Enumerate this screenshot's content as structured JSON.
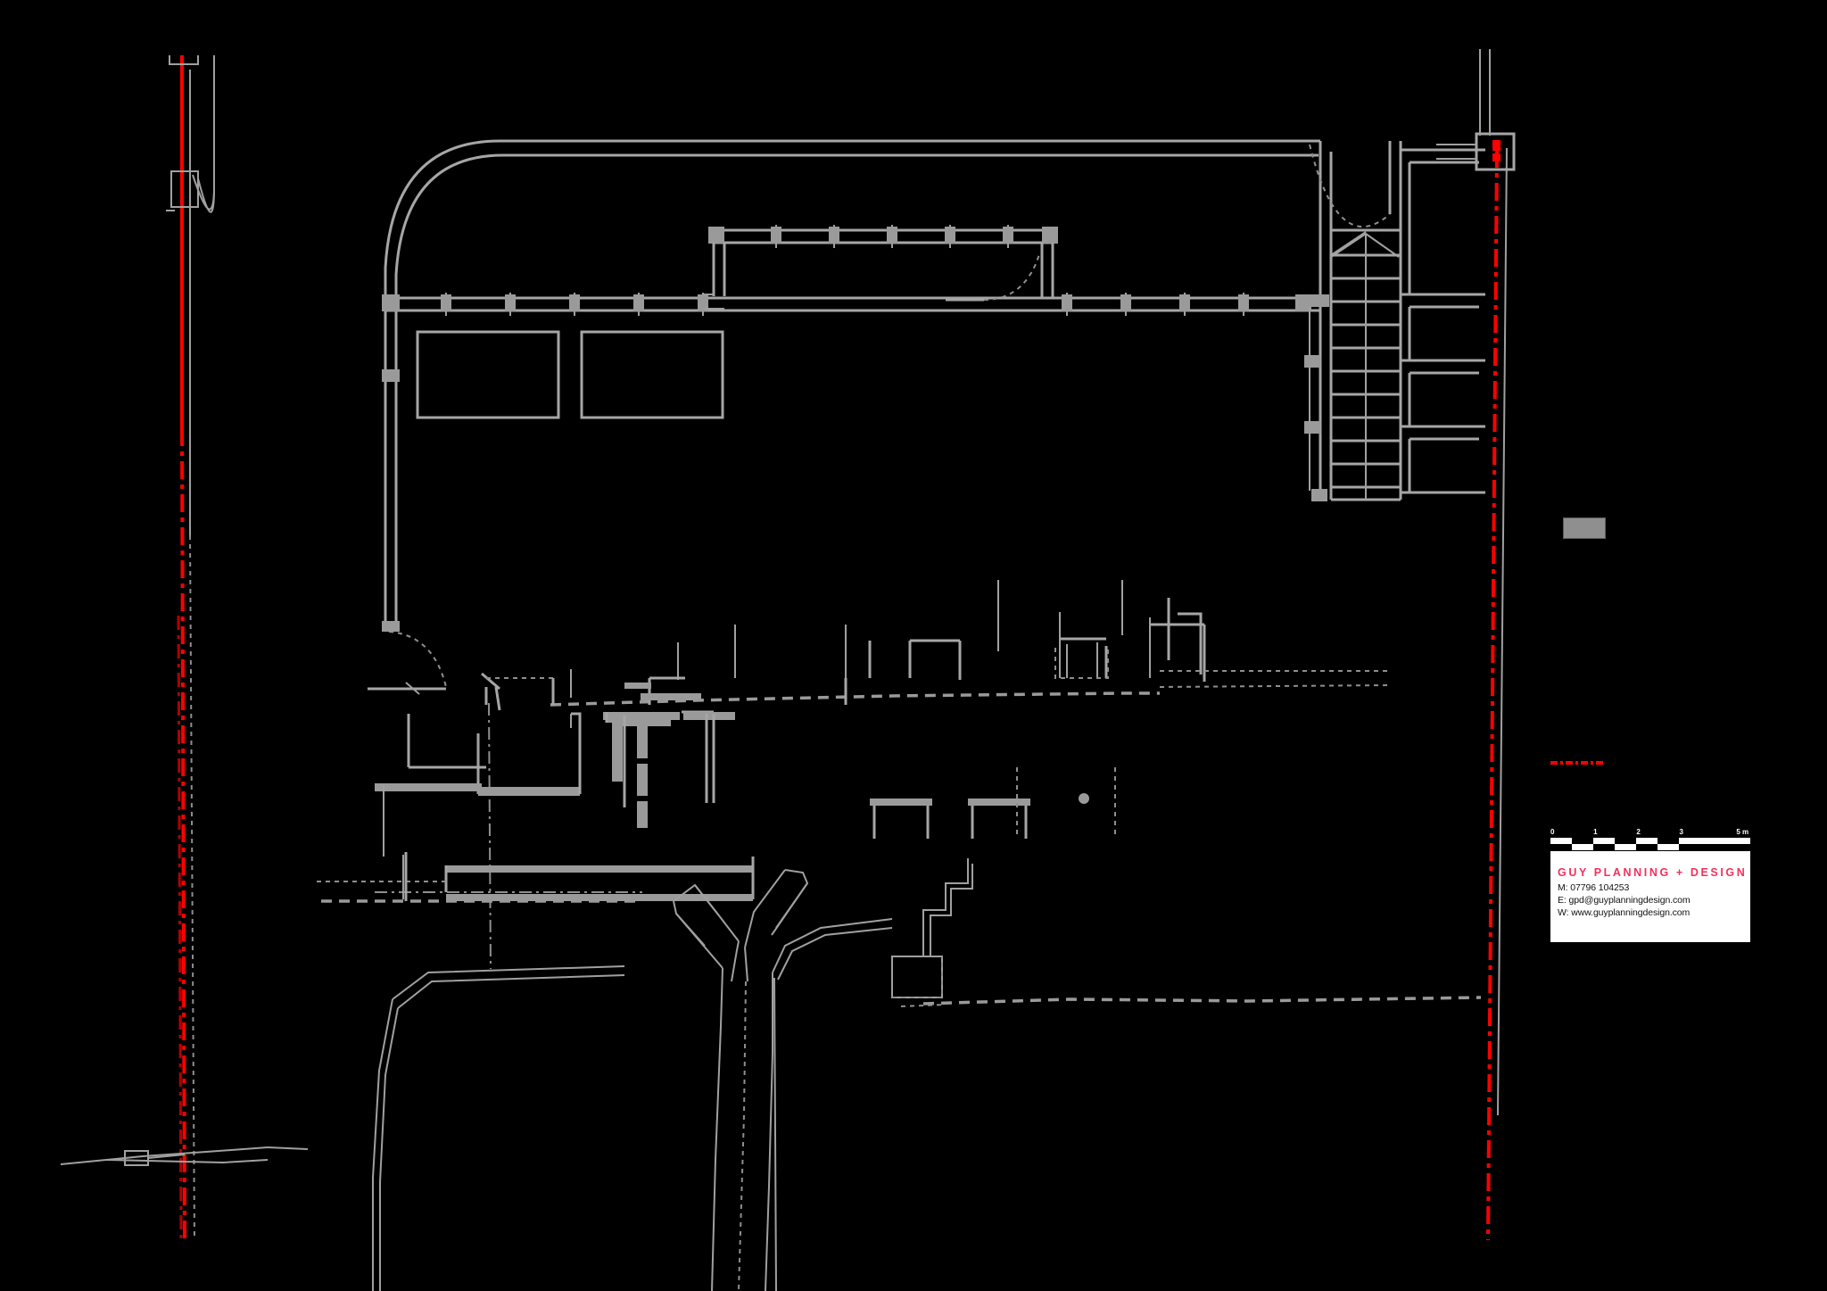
{
  "drawing": {
    "type": "architectural-site-plan",
    "background_color": "#000000",
    "line_color": "#a0a0a0",
    "boundary_color": "#ff0000",
    "fill_color": "#8f8f8f"
  },
  "title_block": {
    "firm_name": "GUY PLANNING + DESIGN",
    "contacts": [
      "M: 07796 104253",
      "E: gpd@guyplanningdesign.com",
      "W: www.guyplanningdesign.com"
    ],
    "brand_color": "#f3305c",
    "background": "#ffffff"
  },
  "scale_bar": {
    "unit": "m",
    "tick_labels": [
      "0",
      "1",
      "2",
      "3",
      "5 m"
    ],
    "tick_positions_pct": [
      0,
      21.5,
      43,
      64.5,
      93
    ],
    "segments_top": [
      {
        "start_pct": 0,
        "width_pct": 10.7,
        "fill": "white"
      },
      {
        "start_pct": 10.7,
        "width_pct": 10.8,
        "fill": "black"
      },
      {
        "start_pct": 21.5,
        "width_pct": 10.7,
        "fill": "white"
      },
      {
        "start_pct": 32.2,
        "width_pct": 10.8,
        "fill": "black"
      },
      {
        "start_pct": 43.0,
        "width_pct": 10.7,
        "fill": "white"
      },
      {
        "start_pct": 53.7,
        "width_pct": 10.8,
        "fill": "black"
      },
      {
        "start_pct": 64.5,
        "width_pct": 35.5,
        "fill": "white"
      }
    ],
    "segments_bottom": [
      {
        "start_pct": 0,
        "width_pct": 10.7,
        "fill": "black"
      },
      {
        "start_pct": 10.7,
        "width_pct": 10.8,
        "fill": "white"
      },
      {
        "start_pct": 21.5,
        "width_pct": 10.7,
        "fill": "black"
      },
      {
        "start_pct": 32.2,
        "width_pct": 10.8,
        "fill": "white"
      },
      {
        "start_pct": 43.0,
        "width_pct": 10.7,
        "fill": "black"
      },
      {
        "start_pct": 53.7,
        "width_pct": 10.8,
        "fill": "white"
      },
      {
        "start_pct": 64.5,
        "width_pct": 35.5,
        "fill": "black"
      }
    ]
  },
  "legend": {
    "grey_swatch_color": "#8f8f8f",
    "grey_swatch_border": "#5d5d5d",
    "red_dash_color": "#ff0000"
  }
}
